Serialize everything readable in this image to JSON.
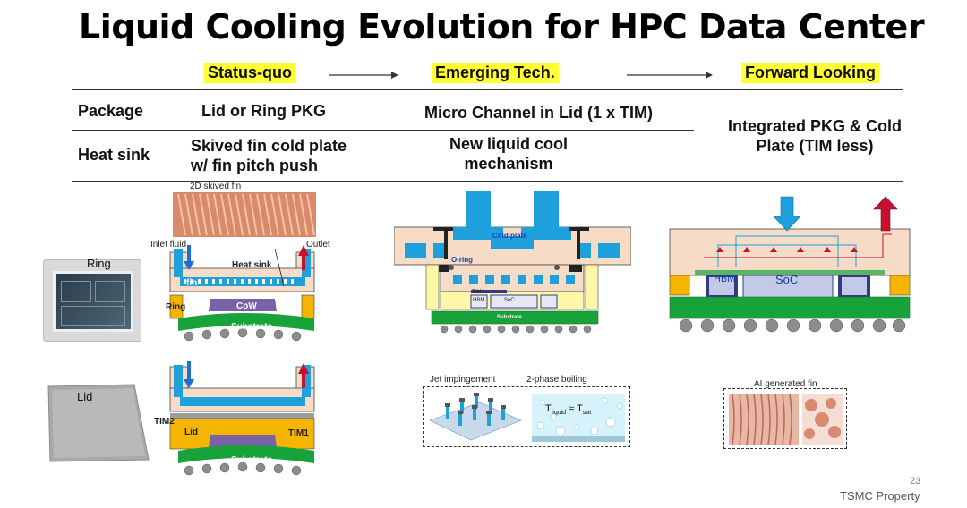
{
  "slide": {
    "title": "Liquid Cooling Evolution for HPC Data Center",
    "columns": [
      "Status-quo",
      "Emerging Tech.",
      "Forward Looking"
    ],
    "rows": {
      "package": {
        "label": "Package",
        "status_quo": "Lid or Ring PKG",
        "emerging": "Micro Channel in Lid (1 x TIM)"
      },
      "heatsink": {
        "label": "Heat sink",
        "status_quo_1": "Skived fin cold plate",
        "status_quo_2": "w/ fin pitch push",
        "emerging_1": "New liquid cool",
        "emerging_2": "mechanism"
      },
      "forward_1": "Integrated PKG & Cold",
      "forward_2": "Plate (TIM less)"
    },
    "photos": {
      "ring": "Ring",
      "lid": "Lid"
    },
    "diagram_labels": {
      "skived_fin": "2D skived fin",
      "inlet_fluid": "Inlet fluid",
      "outlet": "Outlet",
      "heat_sink": "Heat sink",
      "fin": "fin",
      "ring": "Ring",
      "cow": "CoW",
      "substrate": "Substrate",
      "tim2": "TIM2",
      "lid": "Lid",
      "tim1": "TIM1",
      "cold_plate": "Cold plate",
      "o_ring": "O-ring",
      "hbm": "HBM",
      "soc": "SoC",
      "jet_impingement": "Jet impingement",
      "two_phase": "2-phase boiling",
      "t_liquid": "T",
      "t_liquid_sub": "liquid",
      "approx": "≈",
      "t_sat": "T",
      "t_sat_sub": "sat",
      "ai_fin": "AI generated fin"
    },
    "page_number": "23",
    "footer": "TSMC Property"
  },
  "colors": {
    "highlight": "#ffff33",
    "heatsink_body": "#f6dcc7",
    "coolant": "#1ea0dc",
    "substrate": "#18a33a",
    "lid_yellow": "#f5b400",
    "die_purple": "#7a62a8",
    "arrow_red": "#c8102e",
    "arrow_blue": "#1f6fd1"
  }
}
